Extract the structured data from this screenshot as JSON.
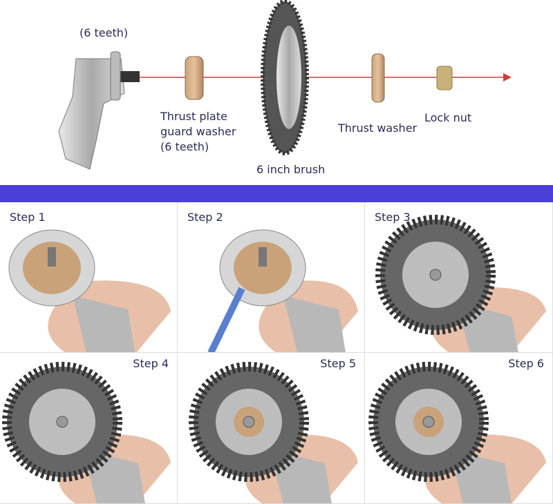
{
  "diagram": {
    "labels": {
      "gearbox": "(6 teeth)",
      "thrust_plate": [
        "Thrust plate",
        "guard washer",
        "(6 teeth)"
      ],
      "brush": "6 inch brush",
      "thrust_washer": "Thrust washer",
      "lock_nut": "Lock nut"
    },
    "colors": {
      "band": "#4a40d8",
      "arrow": "#d23a3a",
      "text": "#2b2b55"
    }
  },
  "steps": [
    {
      "label": "Step 1"
    },
    {
      "label": "Step 2"
    },
    {
      "label": "Step 3"
    },
    {
      "label": "Step 4"
    },
    {
      "label": "Step 5"
    },
    {
      "label": "Step 6"
    }
  ]
}
